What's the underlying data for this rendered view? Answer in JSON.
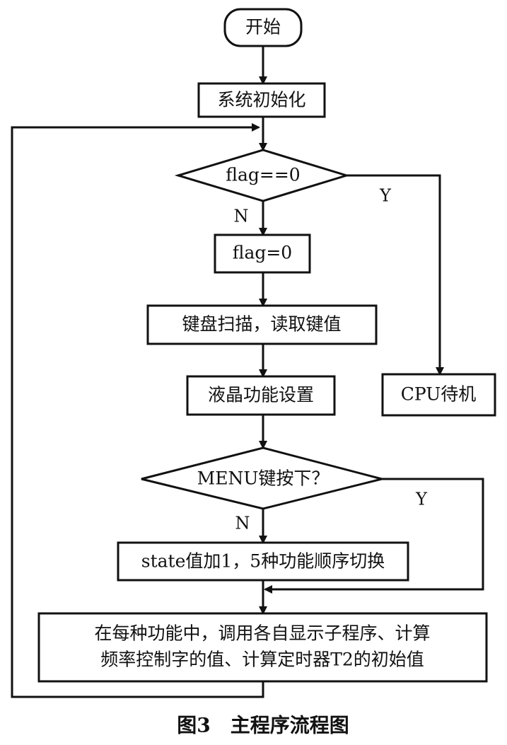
{
  "nodes": {
    "start": "开始",
    "init": "系统初始化",
    "flag_check": "flag==0",
    "flag_set": "flag=0",
    "keyboard": "键盘扫描，读取键值",
    "lcd": "液晶功能设置",
    "cpu_standby": "CPU待机",
    "menu_check": "MENU键按下？",
    "state_inc": "state值加1，5种功能顺序切换",
    "process_line1": "在每种功能中，调用各自显示子程序、计算",
    "process_line2": "频率控制字的值、计算定时器T2的初始值"
  },
  "edge_labels": {
    "flag_yes": "Y",
    "flag_no": "N",
    "menu_yes": "Y",
    "menu_no": "N"
  },
  "caption": "图3　主程序流程图"
}
